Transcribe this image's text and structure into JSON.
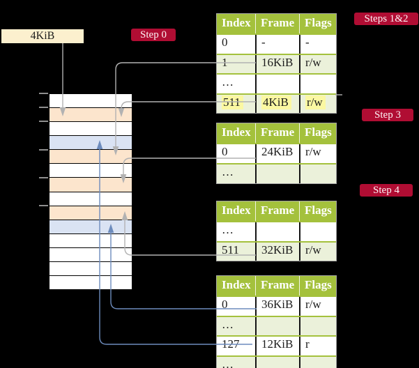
{
  "annotations": {
    "frame_box_label": "4KiB",
    "step0": "Step 0",
    "steps_1_2": "Steps 1&2",
    "step3": "Step 3",
    "step4": "Step 4"
  },
  "page_tables": {
    "headers": [
      "Index",
      "Frame",
      "Flags"
    ],
    "tables": [
      {
        "name": "page-table-steps-1-2",
        "rows": [
          {
            "cells": [
              "0",
              "-",
              "-"
            ],
            "shaded": false,
            "highlight": false
          },
          {
            "cells": [
              "1",
              "16KiB",
              "r/w"
            ],
            "shaded": true,
            "highlight": false
          },
          {
            "cells": [
              "…",
              "",
              ""
            ],
            "shaded": false,
            "highlight": false
          },
          {
            "cells": [
              "511",
              "4KiB",
              "r/w"
            ],
            "shaded": true,
            "highlight": true
          }
        ]
      },
      {
        "name": "page-table-step-3",
        "rows": [
          {
            "cells": [
              "0",
              "24KiB",
              "r/w"
            ],
            "shaded": false,
            "highlight": false
          },
          {
            "cells": [
              "…",
              "",
              ""
            ],
            "shaded": true,
            "highlight": false
          }
        ]
      },
      {
        "name": "page-table-step-4",
        "rows": [
          {
            "cells": [
              "…",
              "",
              ""
            ],
            "shaded": false,
            "highlight": false
          },
          {
            "cells": [
              "511",
              "32KiB",
              "r/w"
            ],
            "shaded": true,
            "highlight": false
          }
        ]
      },
      {
        "name": "page-table-bottom",
        "rows": [
          {
            "cells": [
              "0",
              "36KiB",
              "r/w"
            ],
            "shaded": false,
            "highlight": false
          },
          {
            "cells": [
              "…",
              "",
              ""
            ],
            "shaded": true,
            "highlight": false
          },
          {
            "cells": [
              "127",
              "12KiB",
              "r"
            ],
            "shaded": false,
            "highlight": false
          },
          {
            "cells": [
              "…",
              "",
              ""
            ],
            "shaded": true,
            "highlight": false
          }
        ]
      }
    ]
  },
  "memory": {
    "frames": [
      "free",
      "mapped",
      "free",
      "table",
      "mapped",
      "free",
      "mapped",
      "free",
      "mapped",
      "table",
      "free",
      "free",
      "free",
      "free"
    ]
  },
  "colors": {
    "header_green": "#a4c13c",
    "shaded_row_green": "#ebf1da",
    "highlight_yellow": "#fbf8a2",
    "frame_mapped_peach": "#fce5cd",
    "frame_table_blue": "#dae3f3",
    "label_crimson": "#b00d33",
    "connector_gray": "#b2b2b2",
    "connector_blue": "#6d8cbd",
    "address_box_wheat": "#fcf0ce"
  }
}
